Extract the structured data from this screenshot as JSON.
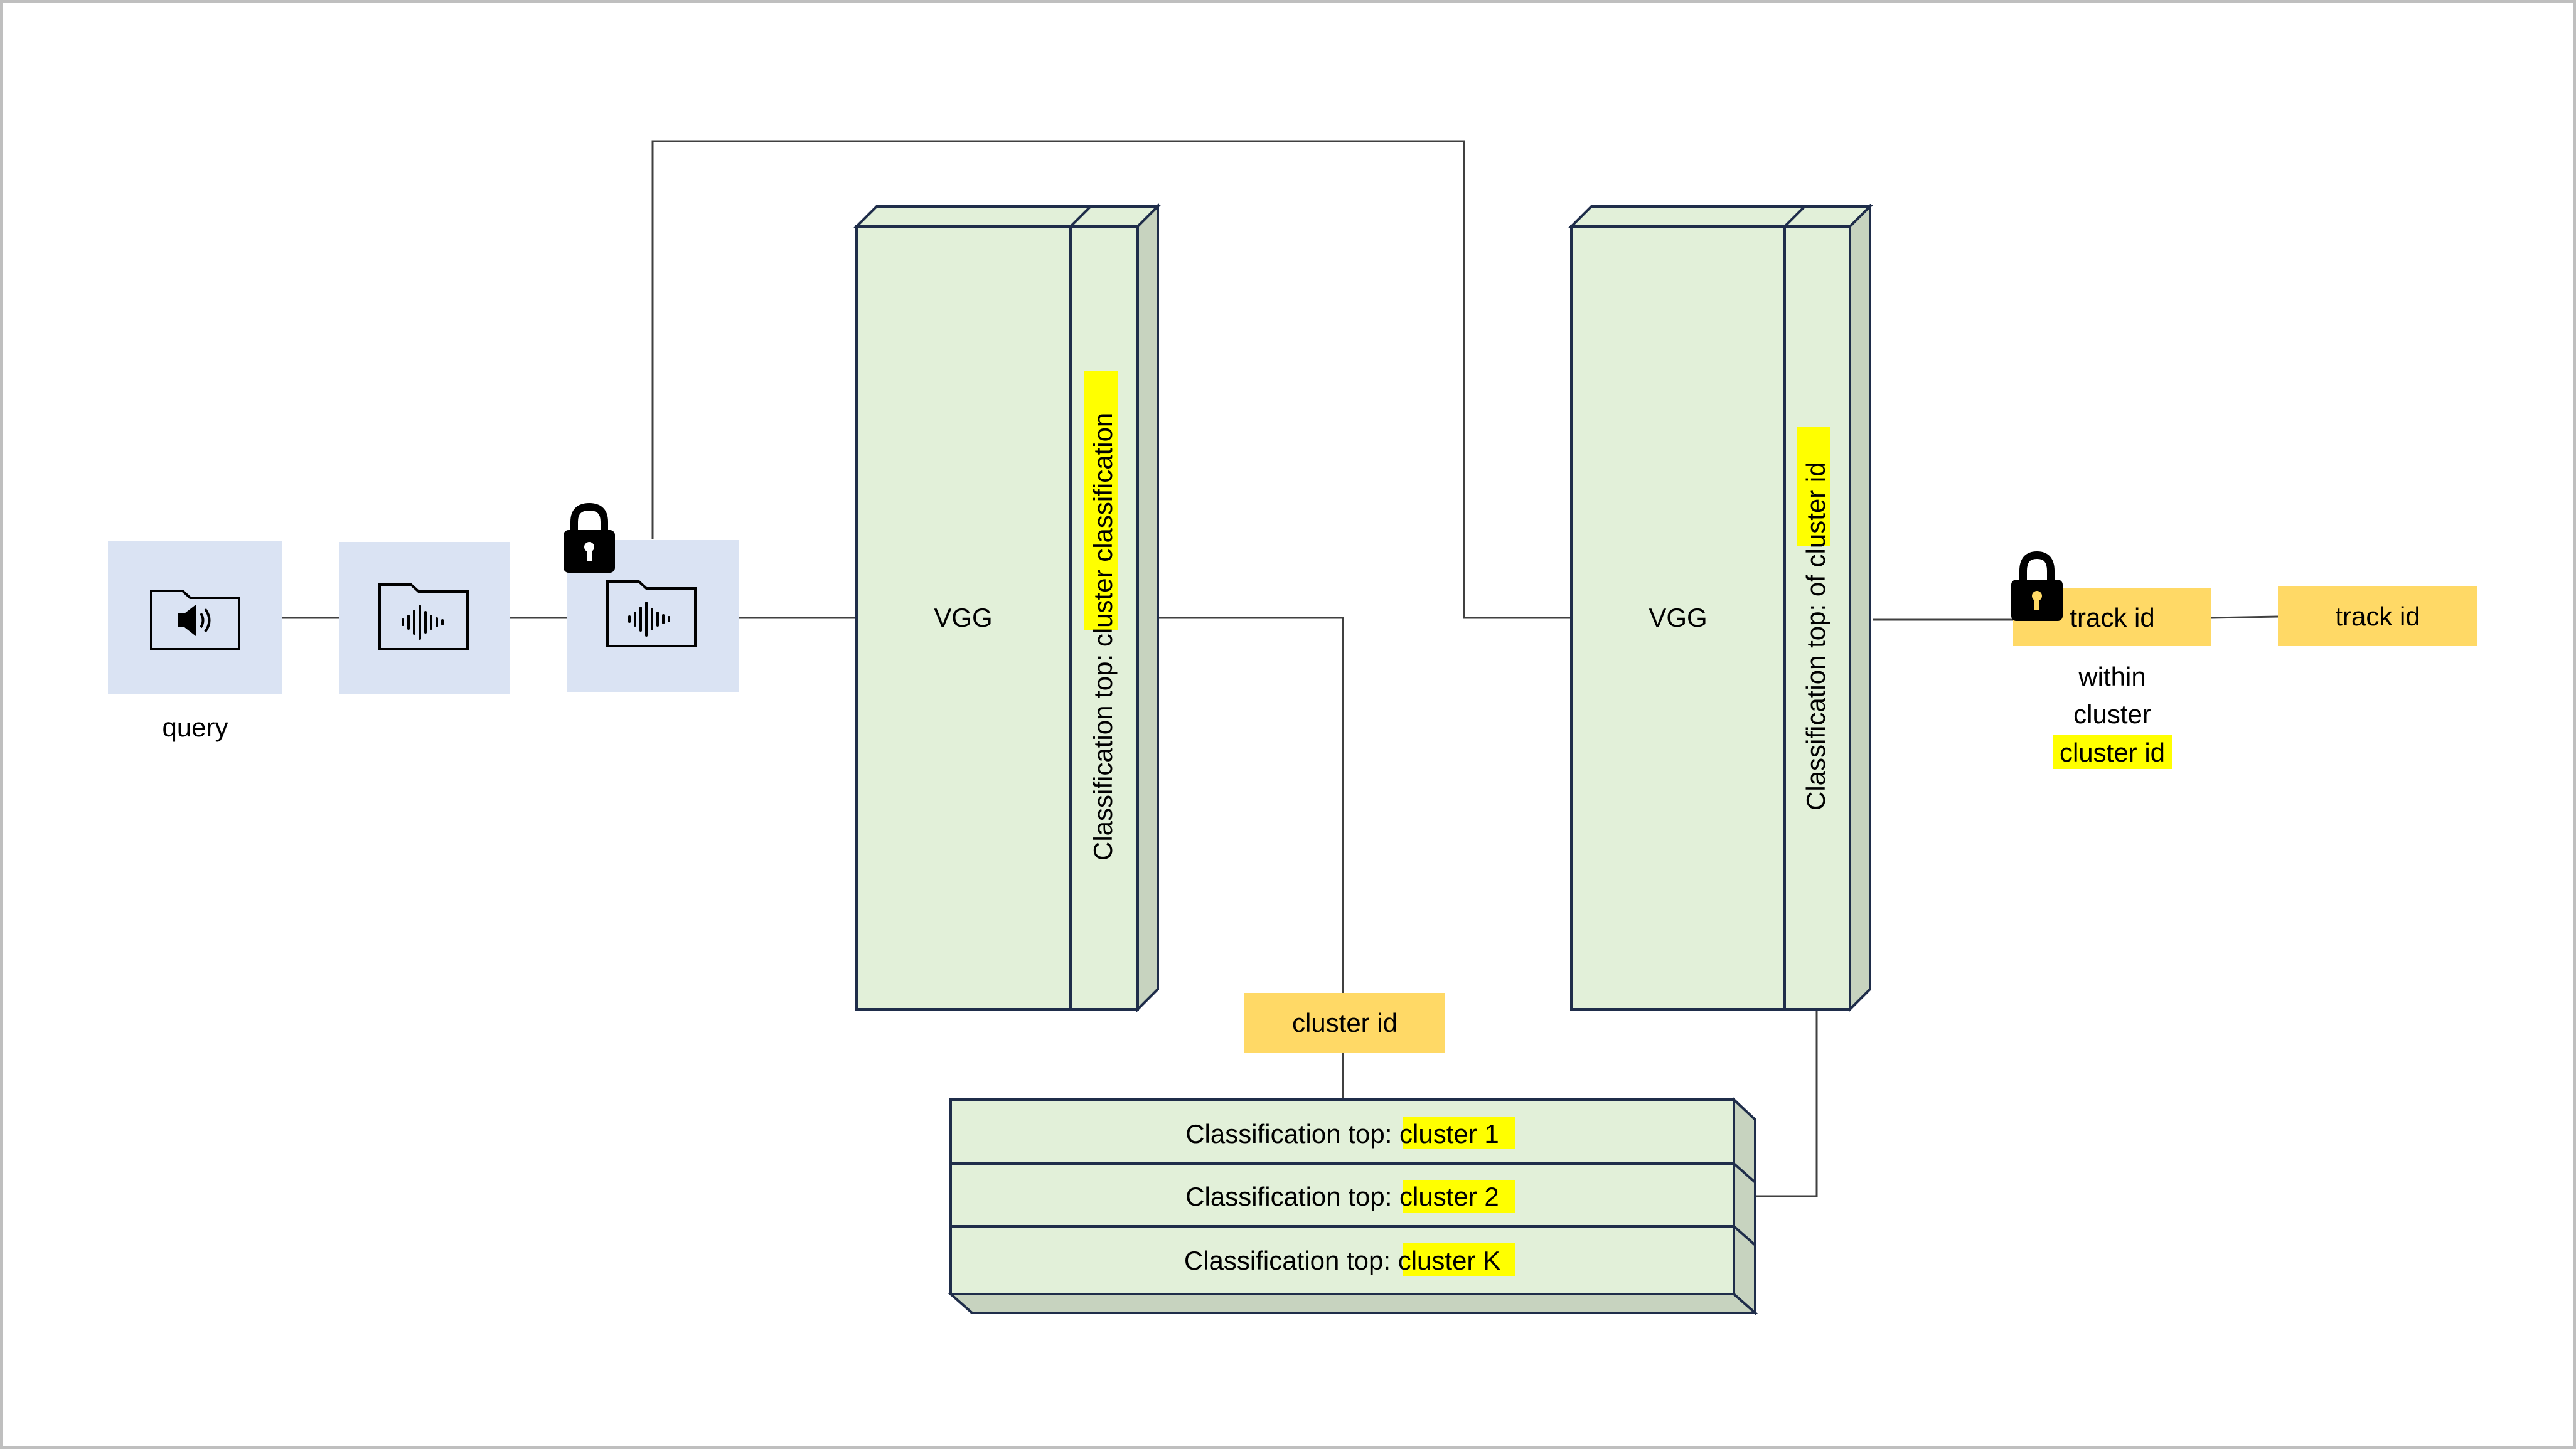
{
  "colors": {
    "file_box_fill": "#dae3f3",
    "vgg_fill": "#e2f0d9",
    "vgg_side_fill": "#c7d3bf",
    "vgg_border": "#1f2d4a",
    "label_box_fill": "#ffd966",
    "highlight": "#ffff00",
    "line": "#404040"
  },
  "icons": {
    "query_file": "folder-speaker-icon",
    "audio_file": "folder-waveform-icon",
    "locked_file": "folder-waveform-icon",
    "lock": "padlock-icon"
  },
  "labels": {
    "query": "query",
    "vgg_left": "VGG",
    "vgg_right": "VGG",
    "left_side_prefix": "Classification top: ",
    "left_side_highlight": "cluster classification",
    "right_side_prefix": "Classification top: of ",
    "right_side_highlight": "cluster id",
    "cluster_id_box": "cluster id",
    "track_id_locked": "track id",
    "track_id_final": "track id",
    "within": "within",
    "cluster": "cluster",
    "cluster_id_highlight": "cluster id"
  },
  "cluster_stack": [
    {
      "prefix": "Classification top: ",
      "highlight": "cluster 1"
    },
    {
      "prefix": "Classification top: ",
      "highlight": "cluster 2"
    },
    {
      "prefix": "Classification top: ",
      "highlight": "cluster K"
    }
  ]
}
